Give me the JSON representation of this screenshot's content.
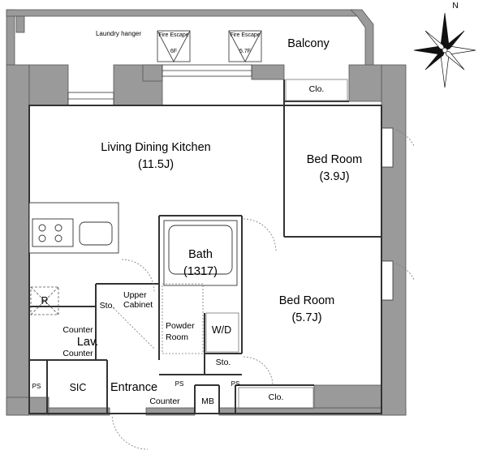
{
  "rooms": {
    "balcony": "Balcony",
    "laundry_hanger": "Laundry hanger",
    "fire_escape_left": "Fire Escape",
    "fire_escape_left_floor": "6F",
    "fire_escape_right": "Fire Escape",
    "fire_escape_right_floor": "5.7F",
    "closet_top": "Clo.",
    "ldk_name": "Living Dining Kitchen",
    "ldk_size": "(11.5J)",
    "bedroom1_name": "Bed Room",
    "bedroom1_size": "(3.9J)",
    "bath_name": "Bath",
    "bath_size": "(1317)",
    "bedroom2_name": "Bed Room",
    "bedroom2_size": "(5.7J)",
    "refrigerator": "R",
    "storage_small": "Sto.",
    "upper_cabinet": "Upper Cabinet",
    "powder_room": "Powder Room",
    "washer_dryer": "W/D",
    "counter_upper": "Counter",
    "lavatory": "Lav.",
    "counter_lower": "Counter",
    "storage_lower": "Sto.",
    "pipe_space_left": "PS",
    "sic": "SIC",
    "entrance": "Entrance",
    "pipe_space_mid": "PS",
    "counter_entrance": "Counter",
    "pipe_space_right": "PS",
    "meter_box": "MB",
    "closet_bottom": "Clo."
  },
  "compass": {
    "north": "N"
  }
}
